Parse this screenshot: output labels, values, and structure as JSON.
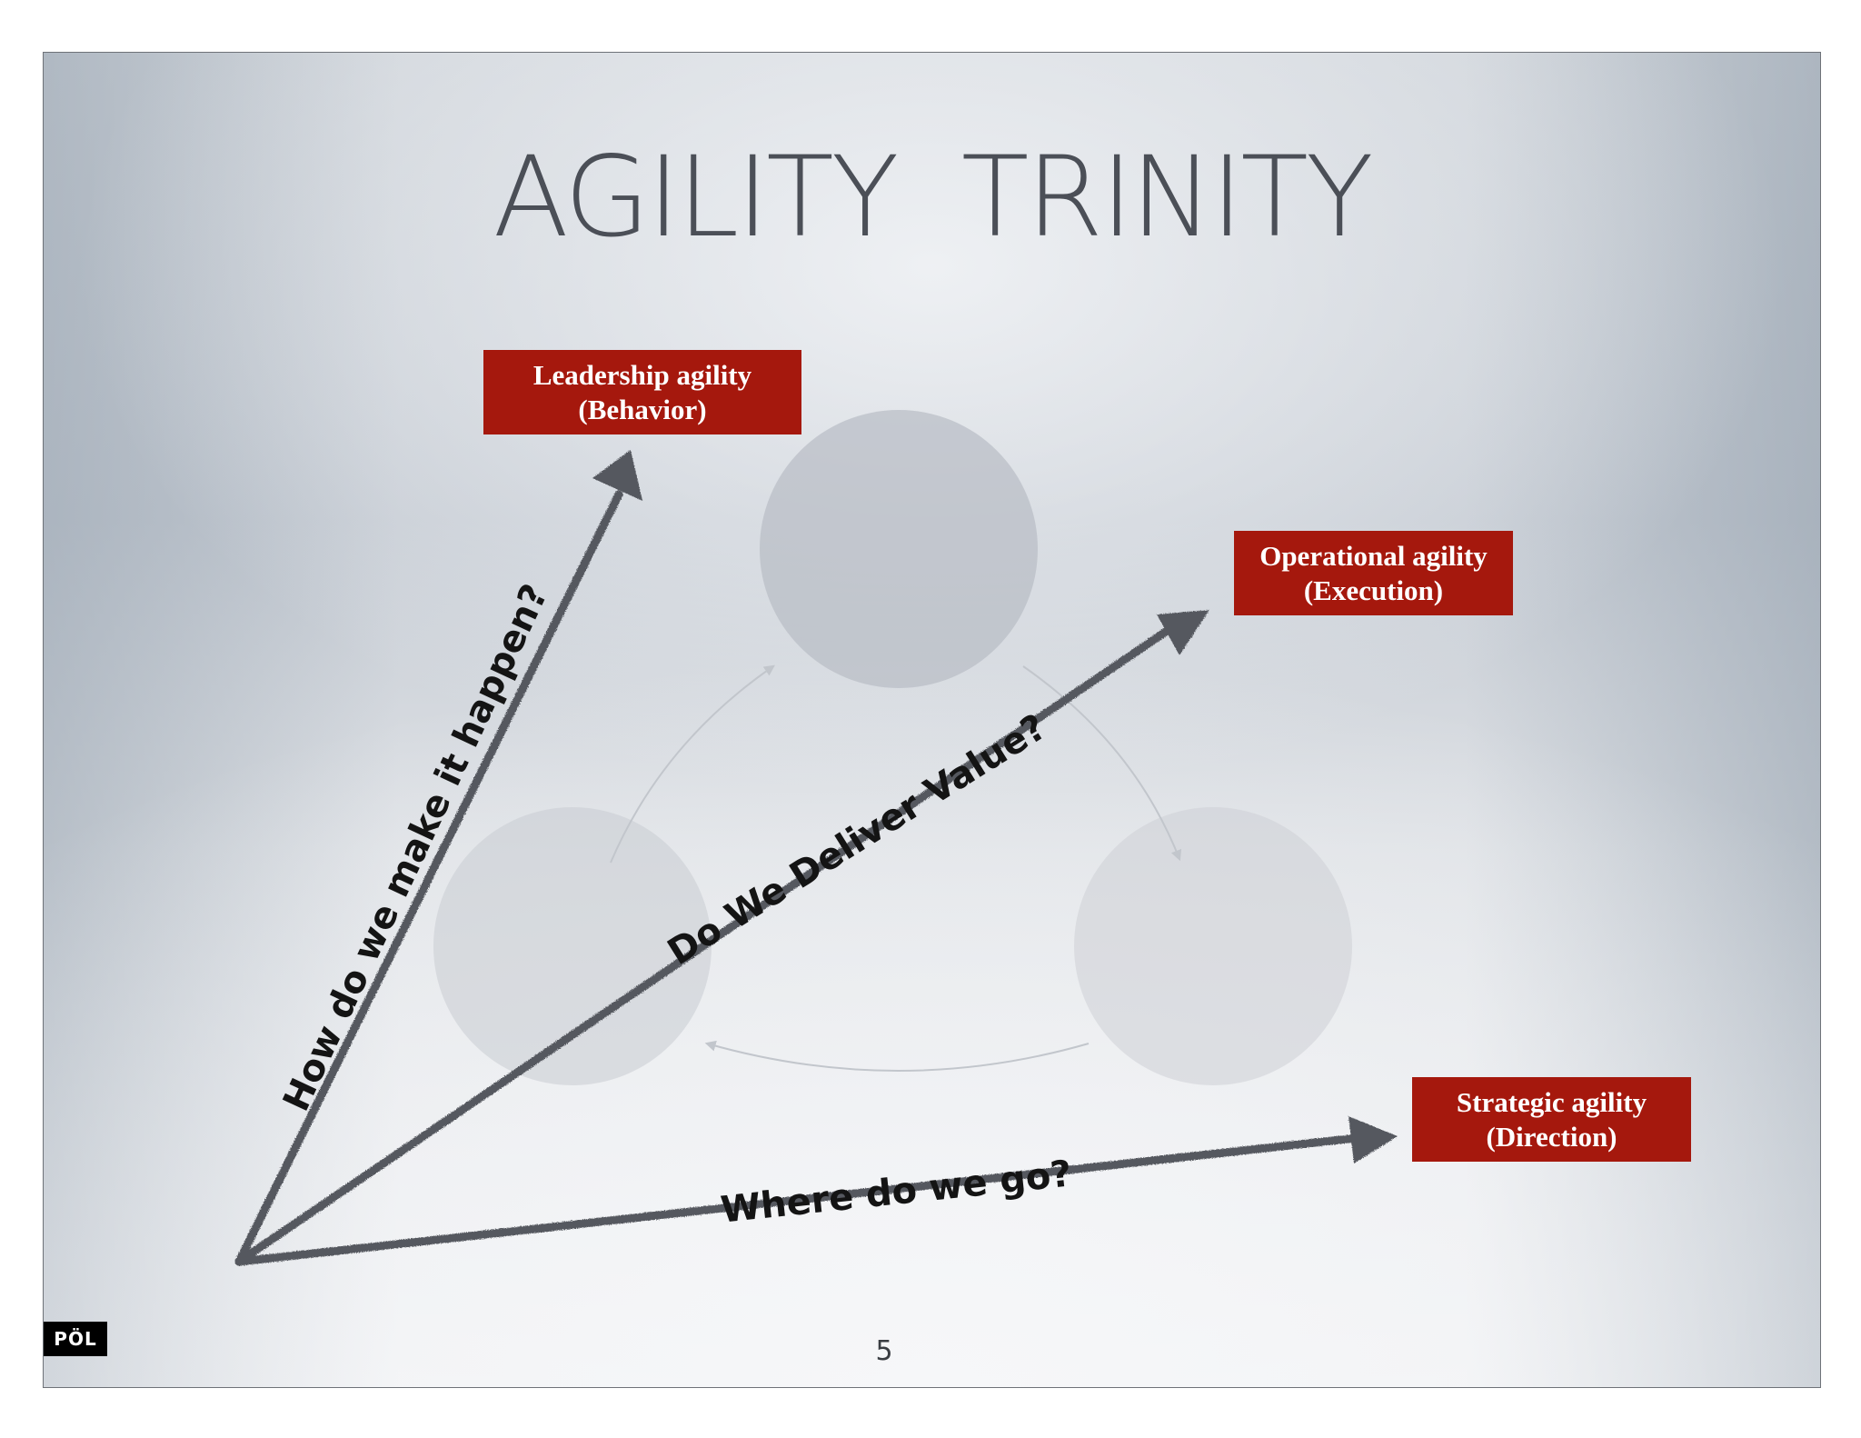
{
  "slide": {
    "title": "AGILITY  TRINITY",
    "page_number": "5",
    "logo_text": "PÖL"
  },
  "boxes": {
    "leadership": {
      "line1": "Leadership agility",
      "line2": "(Behavior)"
    },
    "operational": {
      "line1": "Operational agility",
      "line2": "(Execution)"
    },
    "strategic": {
      "line1": "Strategic agility",
      "line2": "(Direction)"
    }
  },
  "arrows": {
    "how": "How do we make it happen?",
    "deliver": "Do We Deliver Value?",
    "where": "Where do we go?"
  },
  "colors": {
    "box_red": "#a5180d",
    "arrow_gray": "#55585e",
    "title_gray": "#4b4f57"
  }
}
